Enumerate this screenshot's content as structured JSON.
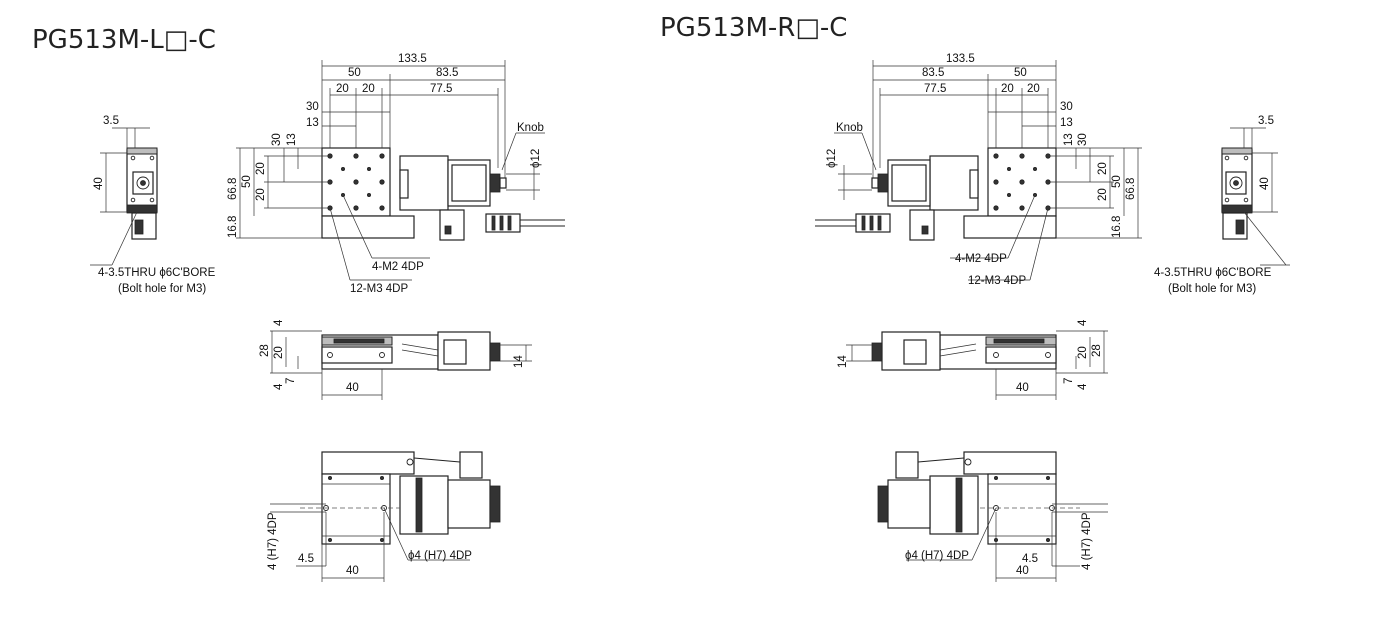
{
  "titles": {
    "left": "PG513M-L□-C",
    "right": "PG513M-R□-C"
  },
  "top": {
    "total": "133.5",
    "left_part": "50",
    "motor_part": "83.5",
    "motor_inner": "77.5",
    "pitch_a": "20",
    "pitch_b": "20",
    "v30": "30",
    "v13": "13",
    "h30": "30",
    "h13": "13",
    "h20a": "20",
    "h20b": "20",
    "h50": "50",
    "h66_8": "66.8",
    "h16_8": "16.8",
    "knob": "Knob",
    "phi12": "ϕ12",
    "m2": "4-M2 4DP",
    "m3": "12-M3 4DP"
  },
  "side": {
    "w3_5": "3.5",
    "h40": "40",
    "bolt_hole": "4-3.5THRU ϕ6C'BORE",
    "bolt_note": "(Bolt hole for M3)"
  },
  "front": {
    "h28": "28",
    "h20": "20",
    "h4a": "4",
    "h4b": "4",
    "h7": "7",
    "w40": "40",
    "h14": "14"
  },
  "bottom": {
    "pin_depth": "4 (H7) 4DP",
    "offset": "4.5",
    "w40": "40",
    "pin": "ϕ4 (H7) 4DP"
  }
}
